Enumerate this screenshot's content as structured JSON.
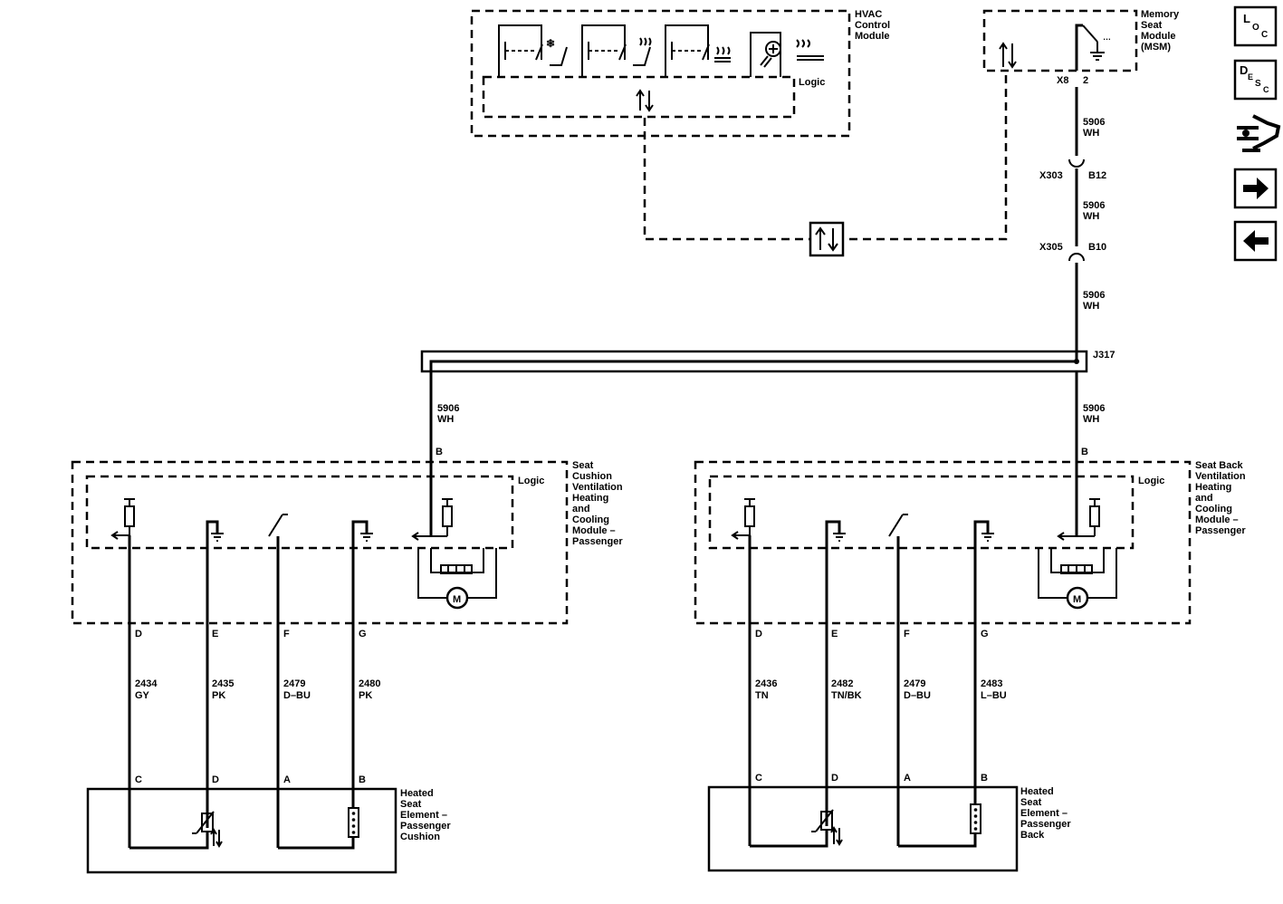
{
  "modules": {
    "hvac": {
      "name_lines": [
        "HVAC",
        "Control",
        "Module"
      ],
      "logic": "Logic"
    },
    "msm": {
      "name_lines": [
        "Memory",
        "Seat",
        "Module",
        "(MSM)"
      ],
      "connector": "X8",
      "pin": "2"
    },
    "cushion": {
      "name_lines": [
        "Seat",
        "Cushion",
        "Ventilation",
        "Heating",
        "and",
        "Cooling",
        "Module –",
        "Passenger"
      ],
      "logic": "Logic",
      "input_pin": "B",
      "pins": [
        "D",
        "E",
        "F",
        "G"
      ]
    },
    "back": {
      "name_lines": [
        "Seat Back",
        "Ventilation",
        "Heating",
        "and",
        "Cooling",
        "Module –",
        "Passenger"
      ],
      "logic": "Logic",
      "input_pin": "B",
      "pins": [
        "D",
        "E",
        "F",
        "G"
      ]
    }
  },
  "connectors": {
    "x303": {
      "name": "X303",
      "pin": "B12"
    },
    "x305": {
      "name": "X305",
      "pin": "B10"
    },
    "splice": "J317"
  },
  "main_wires": [
    {
      "circuit": "5906",
      "color": "WH"
    },
    {
      "circuit": "5906",
      "color": "WH"
    },
    {
      "circuit": "5906",
      "color": "WH"
    },
    {
      "circuit": "5906",
      "color": "WH"
    },
    {
      "circuit": "5906",
      "color": "WH"
    }
  ],
  "cushion_wires": [
    {
      "circuit": "2434",
      "color": "GY"
    },
    {
      "circuit": "2435",
      "color": "PK"
    },
    {
      "circuit": "2479",
      "color": "D–BU"
    },
    {
      "circuit": "2480",
      "color": "PK"
    }
  ],
  "back_wires": [
    {
      "circuit": "2436",
      "color": "TN"
    },
    {
      "circuit": "2482",
      "color": "TN/BK"
    },
    {
      "circuit": "2479",
      "color": "D–BU"
    },
    {
      "circuit": "2483",
      "color": "L–BU"
    }
  ],
  "elements": {
    "cushion": {
      "name_lines": [
        "Heated",
        "Seat",
        "Element –",
        "Passenger",
        "Cushion"
      ],
      "pins": [
        "C",
        "D",
        "A",
        "B"
      ]
    },
    "back": {
      "name_lines": [
        "Heated",
        "Seat",
        "Element –",
        "Passenger",
        "Back"
      ],
      "pins": [
        "C",
        "D",
        "A",
        "B"
      ]
    }
  },
  "nav": {
    "loc": {
      "big": "L",
      "sub1": "O",
      "sub2": "C"
    },
    "desc": {
      "big": "D",
      "sub1": "E",
      "sub2": "S",
      "sub3": "C"
    },
    "icons": [
      "connector-icon",
      "arrow-right-icon",
      "arrow-left-icon"
    ]
  }
}
